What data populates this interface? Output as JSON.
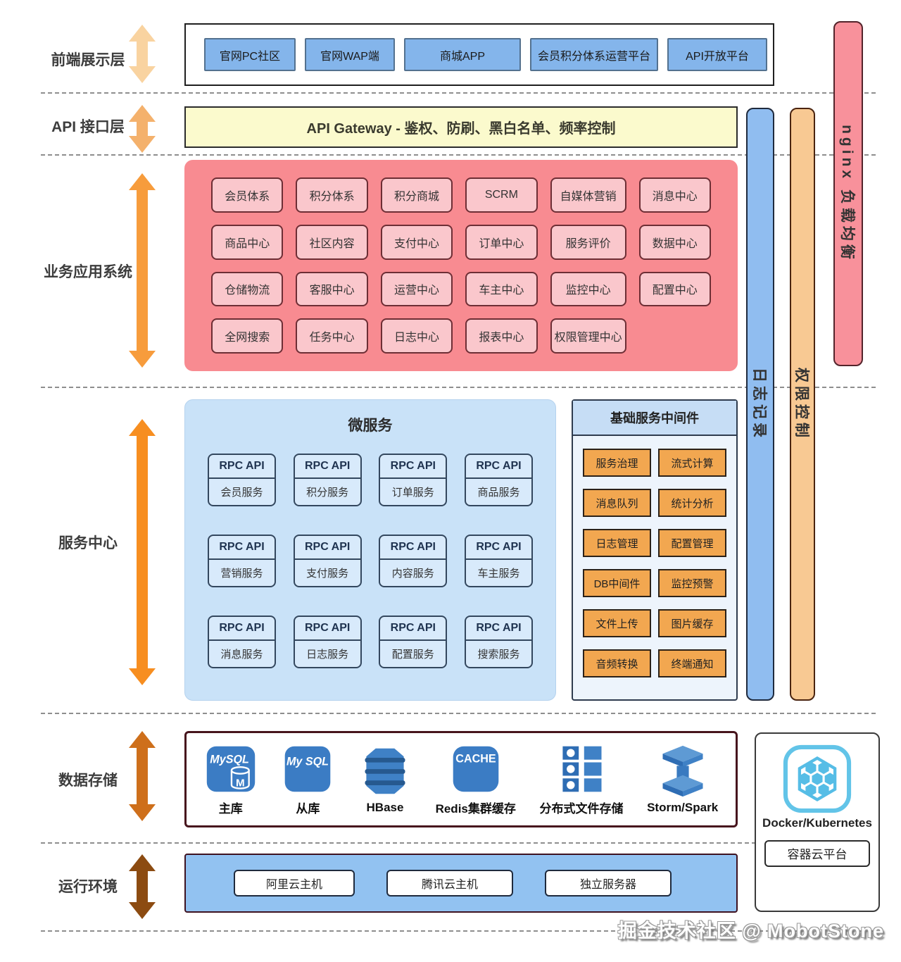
{
  "layers": {
    "frontend": {
      "label": "前端展示层",
      "items": [
        "官网PC社区",
        "官网WAP端",
        "商城APP",
        "会员积分体系运营平台",
        "API开放平台"
      ]
    },
    "api": {
      "label": "API 接口层",
      "gateway": "API Gateway - 鉴权、防刷、黑白名单、频率控制"
    },
    "business": {
      "label": "业务应用系统",
      "items": [
        "会员体系",
        "积分体系",
        "积分商城",
        "SCRM",
        "自媒体营销",
        "消息中心",
        "商品中心",
        "社区内容",
        "支付中心",
        "订单中心",
        "服务评价",
        "数据中心",
        "仓储物流",
        "客服中心",
        "运营中心",
        "车主中心",
        "监控中心",
        "配置中心",
        "全网搜索",
        "任务中心",
        "日志中心",
        "报表中心",
        "权限管理中心"
      ]
    },
    "service": {
      "label": "服务中心",
      "microservices": {
        "title": "微服务",
        "rpc_label": "RPC API",
        "names": [
          "会员服务",
          "积分服务",
          "订单服务",
          "商品服务",
          "营销服务",
          "支付服务",
          "内容服务",
          "车主服务",
          "消息服务",
          "日志服务",
          "配置服务",
          "搜索服务"
        ]
      },
      "middleware": {
        "title": "基础服务中间件",
        "items": [
          "服务治理",
          "流式计算",
          "消息队列",
          "统计分析",
          "日志管理",
          "配置管理",
          "DB中间件",
          "监控预警",
          "文件上传",
          "图片缓存",
          "音频转换",
          "终端通知"
        ]
      }
    },
    "storage": {
      "label": "数据存储",
      "items": [
        {
          "icon": "mysql-primary-icon",
          "icon_text": "MySQL",
          "badge": "M",
          "label": "主库"
        },
        {
          "icon": "mysql-replica-icon",
          "icon_text": "My SQL",
          "label": "从库"
        },
        {
          "icon": "hbase-icon",
          "label": "HBase"
        },
        {
          "icon": "redis-cache-icon",
          "icon_text": "CACHE",
          "label": "Redis集群缓存"
        },
        {
          "icon": "distributed-fs-icon",
          "label": "分布式文件存储"
        },
        {
          "icon": "storm-spark-icon",
          "label": "Storm/Spark"
        }
      ]
    },
    "runtime": {
      "label": "运行环境",
      "items": [
        "阿里云主机",
        "腾讯云主机",
        "独立服务器"
      ]
    }
  },
  "sidebars": {
    "log": "日志记录",
    "perm": "权限控制",
    "nginx": "nginx 负载均衡"
  },
  "container_platform": {
    "title": "Docker/Kubernetes",
    "button": "容器云平台"
  },
  "watermark": "掘金技术社区 @ MobotStone",
  "colors": {
    "frontend_box": "#84B5EB",
    "gateway_bg": "#FBFACD",
    "business_bg": "#F88B91",
    "business_box": "#FAC7CC",
    "microservice_bg": "#C9E2F8",
    "rpc_box": "#D8EAFB",
    "middleware_box": "#F2A750",
    "log_bar": "#90BDF0",
    "perm_bar": "#F8C993",
    "nginx_bar": "#F8919B",
    "runtime_bg": "#92C2F1",
    "db_icon": "#3B7CC4",
    "docker_icon": "#62C4E8",
    "arrow_light": "#F9D3A0",
    "arrow_dark": "#8C4B11"
  }
}
